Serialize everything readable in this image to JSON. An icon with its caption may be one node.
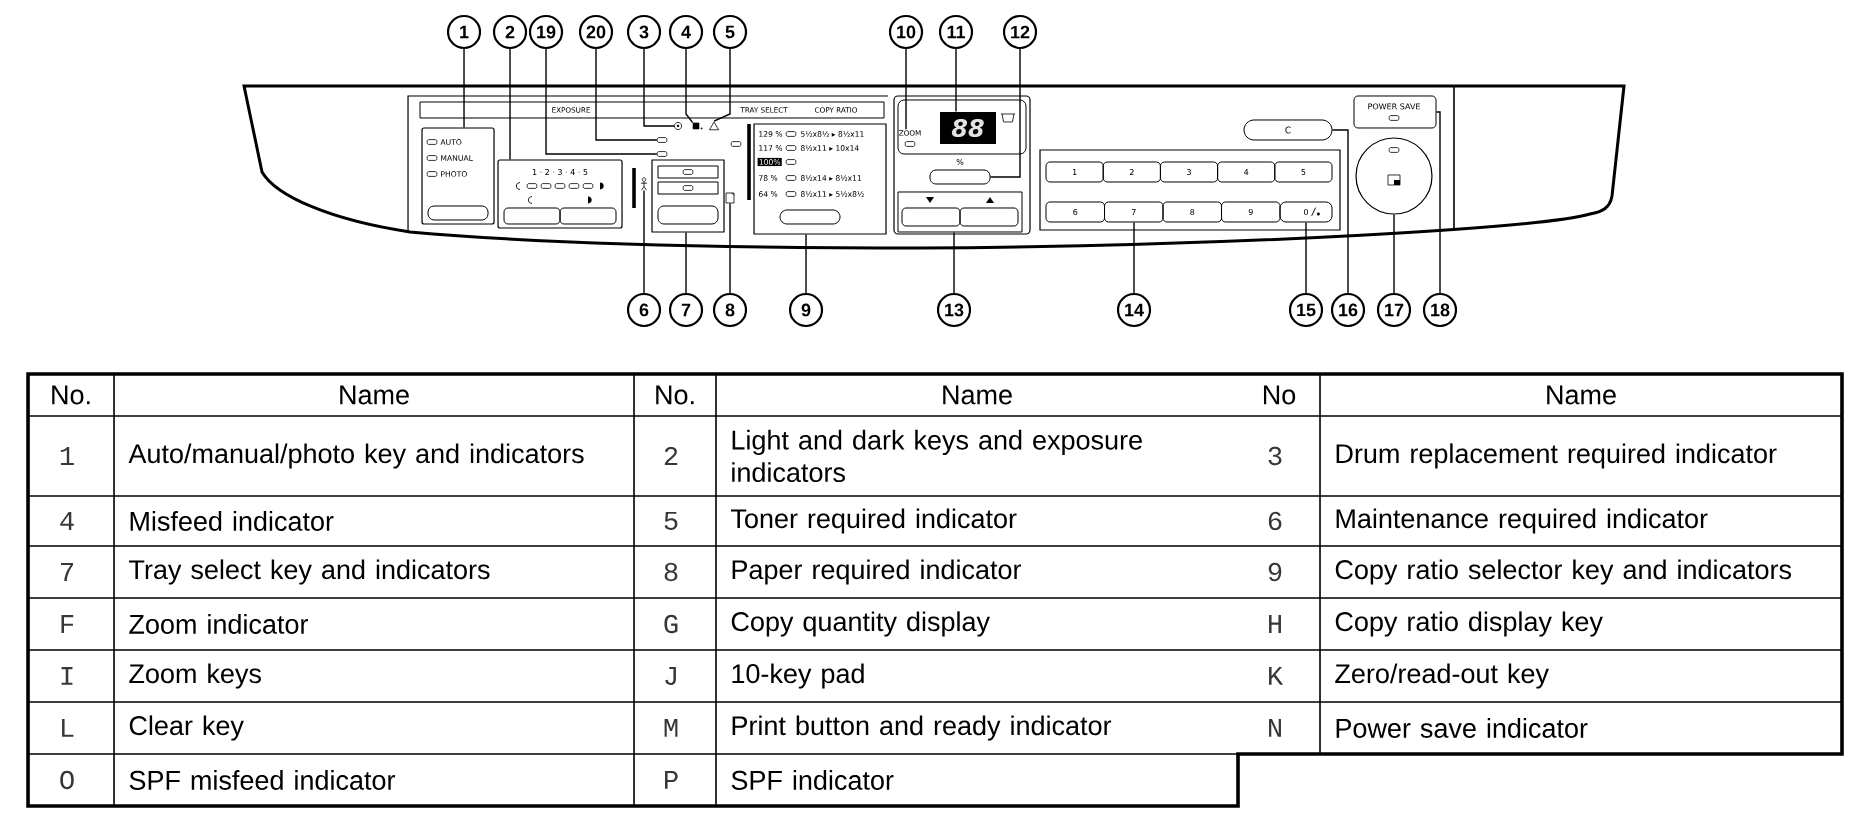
{
  "diagram": {
    "nodes": [
      {
        "text": [
          "1"
        ]
      },
      {
        "text": [
          "2"
        ]
      },
      {
        "text": [
          "19"
        ]
      },
      {
        "text": [
          "20"
        ]
      },
      {
        "text": [
          "3"
        ]
      },
      {
        "text": [
          "4"
        ]
      },
      {
        "text": [
          "5"
        ]
      },
      {
        "text": [
          "10"
        ]
      },
      {
        "text": [
          "11"
        ]
      },
      {
        "text": [
          "12"
        ]
      },
      {
        "text": [
          "6"
        ]
      },
      {
        "text": [
          "7"
        ]
      },
      {
        "text": [
          "8"
        ]
      },
      {
        "text": [
          "9"
        ]
      },
      {
        "text": [
          "13"
        ]
      },
      {
        "text": [
          "14"
        ]
      },
      {
        "text": [
          "15"
        ]
      },
      {
        "text": [
          "16"
        ]
      },
      {
        "text": [
          "17"
        ]
      },
      {
        "text": [
          "18"
        ]
      },
      {
        "text": [
          "POWER SAVE"
        ]
      },
      {
        "text": [
          "AUTO",
          "MANUAL",
          "PHOTO"
        ]
      },
      {
        "text": [
          "1 · 2 · 3 · 4 · 5"
        ]
      },
      {
        "text": [],
        "shape": "circle"
      },
      {
        "text": [],
        "shape": "box"
      },
      {
        "text": [],
        "shape": "triangle"
      },
      {
        "text": [],
        "shape": "box"
      },
      {
        "text": [],
        "shape": "box"
      },
      {
        "text": [
          "ZOOM"
        ]
      },
      {
        "text": [
          "88"
        ]
      },
      {
        "text": [
          "C"
        ]
      },
      {
        "text": [],
        "shape": "box"
      },
      {
        "text": [
          "129 %",
          "5½x8½ ▸ 8½x11",
          "117 %",
          "8½x11 ▸ 10x14",
          "100%",
          "78 %",
          "8½x14 ▸ 8½x11",
          "64 %",
          "8½x11 ▸ 5½x8½"
        ]
      },
      {
        "text": [],
        "shape": "box"
      },
      {
        "text": [],
        "shape": "box"
      },
      {
        "text": [],
        "shape": "person"
      },
      {
        "text": [],
        "shape": "box"
      },
      {
        "text": [
          "1"
        ]
      },
      {
        "text": [
          "2"
        ]
      },
      {
        "text": [
          "3"
        ]
      },
      {
        "text": [
          "4"
        ]
      },
      {
        "text": [
          "5"
        ]
      },
      {
        "text": [
          "6"
        ]
      },
      {
        "text": [
          "7"
        ]
      },
      {
        "text": [
          "8"
        ]
      },
      {
        "text": [
          "9"
        ]
      },
      {
        "text": [
          "0"
        ]
      },
      {
        "text": [],
        "shape": "circle"
      }
    ],
    "edges": [
      {
        "from": 0,
        "to": 21,
        "arrow": "none"
      },
      {
        "from": 1,
        "to": 22,
        "arrow": "none"
      },
      {
        "from": 2,
        "to": 27,
        "arrow": "none"
      },
      {
        "from": 3,
        "to": 26,
        "arrow": "none"
      },
      {
        "from": 4,
        "to": 23,
        "arrow": "none"
      },
      {
        "from": 5,
        "to": 24,
        "arrow": "none"
      },
      {
        "from": 6,
        "to": 25,
        "arrow": "none"
      },
      {
        "from": 7,
        "to": 28,
        "arrow": "none"
      },
      {
        "from": 8,
        "to": 29,
        "arrow": "none"
      },
      {
        "from": 9,
        "to": 31,
        "arrow": "none"
      },
      {
        "from": 10,
        "to": 35,
        "arrow": "none"
      },
      {
        "from": 11,
        "to": 33,
        "arrow": "none"
      },
      {
        "from": 12,
        "to": 34,
        "arrow": "none"
      },
      {
        "from": 13,
        "to": 32,
        "arrow": "none"
      },
      {
        "from": 14,
        "to": 36,
        "arrow": "none"
      },
      {
        "from": 15,
        "to": 43,
        "arrow": "none"
      },
      {
        "from": 16,
        "to": 46,
        "arrow": "none"
      },
      {
        "from": 17,
        "to": 30,
        "arrow": "none"
      },
      {
        "from": 18,
        "to": 47,
        "arrow": "none"
      },
      {
        "from": 19,
        "to": 20,
        "arrow": "none"
      }
    ],
    "labels": [
      "EXPOSURE",
      "TRAY SELECT",
      "COPY RATIO",
      "%",
      "No.",
      "Name",
      "No.",
      "Name",
      "No",
      "Name",
      "1",
      "Auto/manual/photo key and indicators",
      "2",
      "Light and dark keys and exposure indicators",
      "3",
      "Drum replacement required indicator",
      "4",
      "Misfeed indicator",
      "5",
      "Toner required indicator",
      "6",
      "Maintenance required indicator",
      "7",
      "Tray select key and indicators",
      "8",
      "Paper required indicator",
      "9",
      "Copy ratio selector key and indicators",
      "F",
      "Zoom indicator",
      "G",
      "Copy quantity display",
      "H",
      "Copy ratio display key",
      "I",
      "Zoom keys",
      "J",
      "10-key pad",
      "K",
      "Zero/read-out key",
      "L",
      "Clear key",
      "M",
      "Print button and ready indicator",
      "N",
      "Power save indicator",
      "O",
      "SPF misfeed indicator",
      "P",
      "SPF indicator"
    ]
  }
}
